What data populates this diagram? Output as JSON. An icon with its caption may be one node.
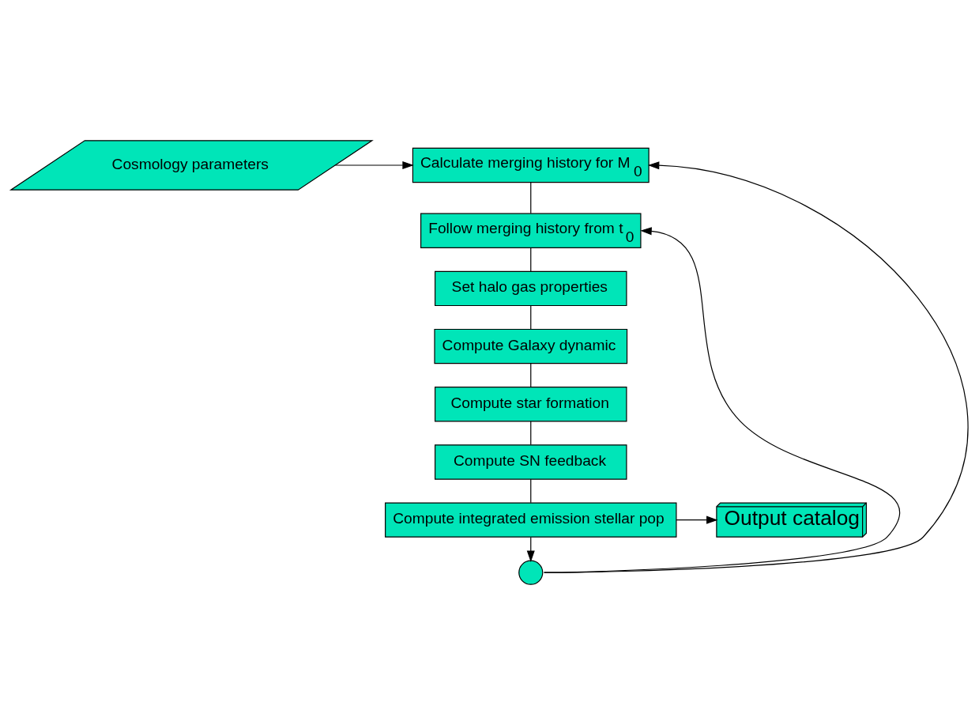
{
  "diagram": {
    "nodes": [
      {
        "text": [
          "Cosmology parameters"
        ]
      },
      {
        "text": [
          "Calculate merging history for M$_{0}$"
        ]
      },
      {
        "text": [
          "Follow merging history from t$_{0}$"
        ]
      },
      {
        "text": [
          "Set halo gas properties"
        ]
      },
      {
        "text": [
          "Compute Galaxy dynamic"
        ]
      },
      {
        "text": [
          "Compute star formation"
        ]
      },
      {
        "text": [
          "Compute SN feedback"
        ]
      },
      {
        "text": [
          "Compute integrated emission stellar pop"
        ]
      },
      {
        "text": [
          "Output catalog"
        ]
      },
      {
        "text": [],
        "shape": "circle"
      }
    ],
    "edges": [
      {
        "from": 0,
        "to": 1,
        "arrow": "to"
      },
      {
        "from": 1,
        "to": 2,
        "arrow": "none"
      },
      {
        "from": 2,
        "to": 3,
        "arrow": "none"
      },
      {
        "from": 3,
        "to": 4,
        "arrow": "none"
      },
      {
        "from": 4,
        "to": 5,
        "arrow": "none"
      },
      {
        "from": 5,
        "to": 6,
        "arrow": "none"
      },
      {
        "from": 6,
        "to": 7,
        "arrow": "none"
      },
      {
        "from": 7,
        "to": 8,
        "arrow": "to"
      },
      {
        "from": 7,
        "to": 9,
        "arrow": "to"
      },
      {
        "from": 9,
        "to": 2,
        "arrow": "to"
      },
      {
        "from": 9,
        "to": 1,
        "arrow": "to"
      }
    ]
  }
}
